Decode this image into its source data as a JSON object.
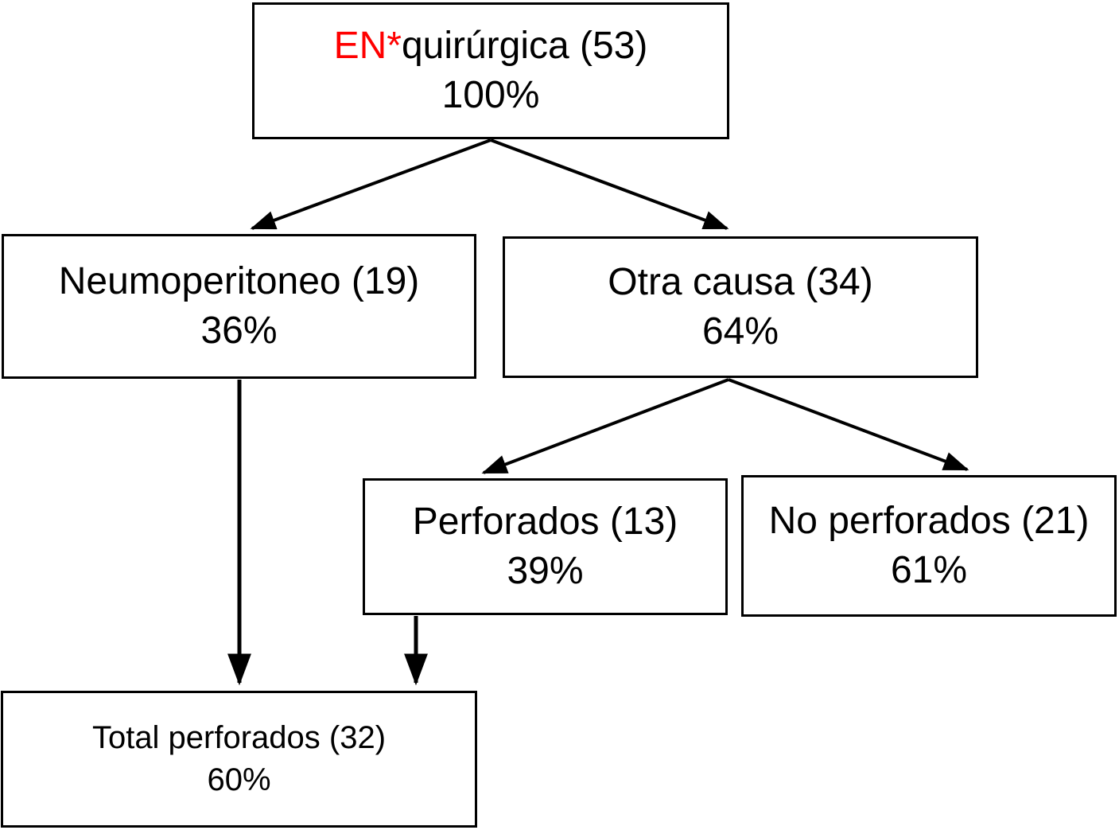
{
  "flowchart": {
    "colors": {
      "accent_red": "#ff0000",
      "line": "#000000",
      "box_border": "#000000",
      "background": "#ffffff"
    },
    "nodes": {
      "root": {
        "label_highlight": "EN*",
        "label_rest": "quirúrgica (53)",
        "percent": "100%"
      },
      "neumoperitoneo": {
        "label": "Neumoperitoneo (19)",
        "percent": "36%"
      },
      "otra_causa": {
        "label": "Otra causa (34)",
        "percent": "64%"
      },
      "perforados": {
        "label": "Perforados (13)",
        "percent": "39%"
      },
      "no_perforados": {
        "label": "No perforados (21)",
        "percent": "61%"
      },
      "total_perforados": {
        "label": "Total perforados (32)",
        "percent": "60%"
      }
    },
    "edges": [
      {
        "from": "root",
        "to": "neumoperitoneo"
      },
      {
        "from": "root",
        "to": "otra_causa"
      },
      {
        "from": "otra_causa",
        "to": "perforados"
      },
      {
        "from": "otra_causa",
        "to": "no_perforados"
      },
      {
        "from": "neumoperitoneo",
        "to": "total_perforados"
      },
      {
        "from": "perforados",
        "to": "total_perforados"
      }
    ]
  }
}
